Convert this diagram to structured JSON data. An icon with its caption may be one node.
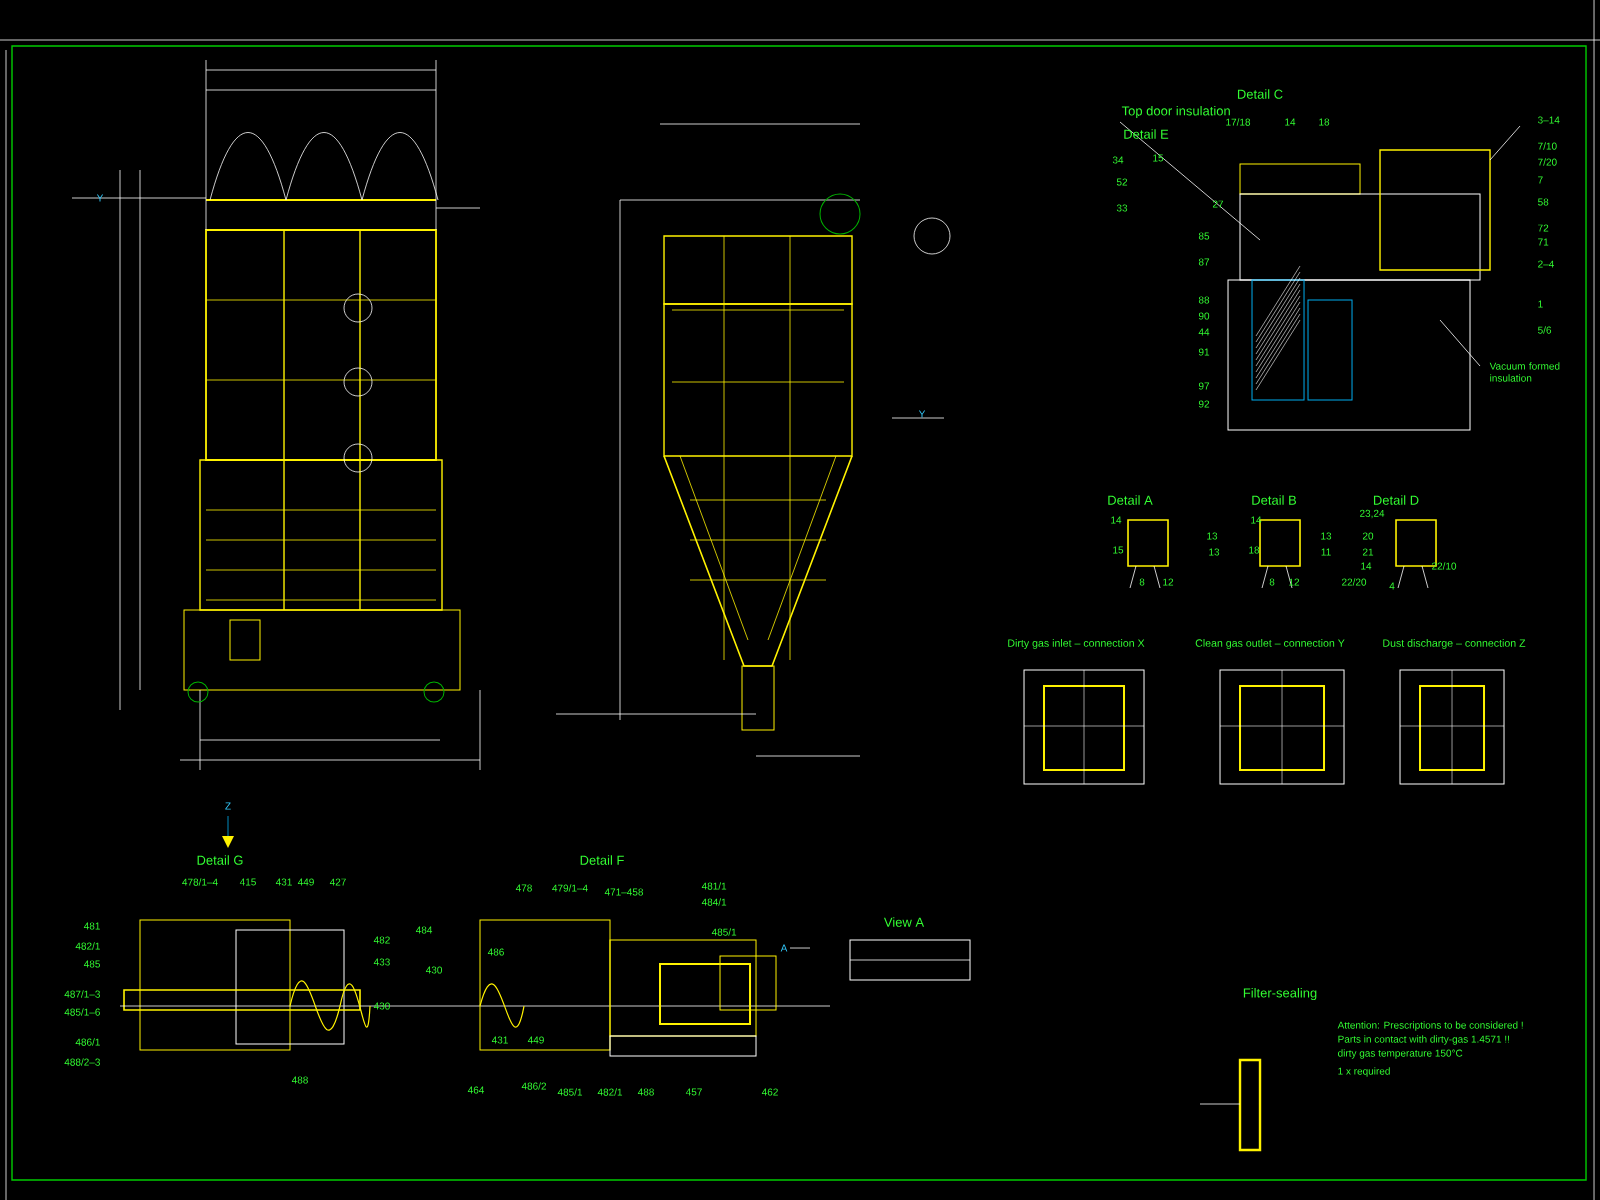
{
  "diagram": {
    "labels": [
      "Y",
      "Y",
      "Z",
      "A",
      "Top door insulation",
      "Detail C",
      "Detail E",
      "17/18",
      "14",
      "18",
      "3–14",
      "7/10",
      "7/20",
      "7",
      "58",
      "72",
      "71",
      "2–4",
      "1",
      "5/6",
      "34",
      "52",
      "15",
      "33",
      "27",
      "85",
      "87",
      "88",
      "90",
      "44",
      "91",
      "97",
      "92",
      "Vacuum formed insulation",
      "Detail A",
      "Detail B",
      "Detail D",
      "14",
      "13",
      "15",
      "13",
      "8",
      "12",
      "14",
      "13",
      "18",
      "11",
      "8",
      "12",
      "23,24",
      "20",
      "21",
      "14",
      "22/20",
      "4",
      "22/10",
      "Dirty gas inlet – connection X",
      "Clean gas outlet – connection Y",
      "Dust discharge – connection Z",
      "Detail G",
      "Detail F",
      "View A",
      "478/1–4",
      "415",
      "431",
      "449",
      "427",
      "481",
      "482/1",
      "485",
      "487/1–3",
      "485/1–6",
      "486/1",
      "488/2–3",
      "482",
      "433",
      "430",
      "488",
      "478",
      "479/1–4",
      "471–458",
      "481/1",
      "484/1",
      "484",
      "485/1",
      "486",
      "430",
      "431",
      "449",
      "464",
      "486/2",
      "485/1",
      "482/1",
      "488",
      "457",
      "462",
      "Filter-sealing",
      "Attention: Prescriptions to be considered !",
      "Parts in contact with dirty-gas 1.4571 !!",
      "dirty gas temperature 150°C",
      "1 x required"
    ]
  }
}
